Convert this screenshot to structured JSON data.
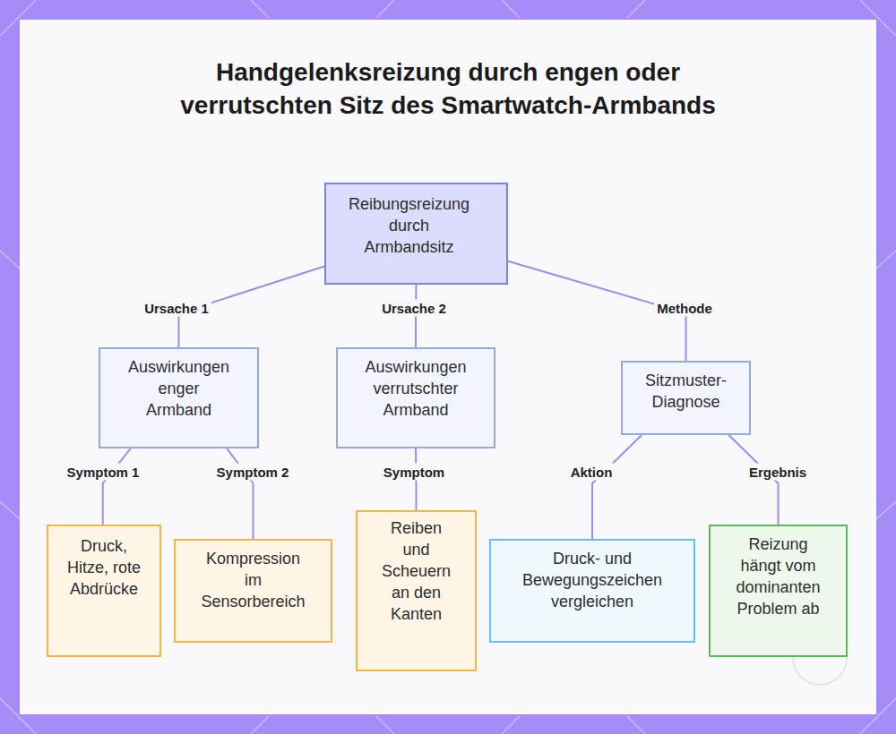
{
  "diagram": {
    "title": "Handgelenksreizung durch engen oder verrutschten Sitz des Smartwatch-Armbands",
    "nodes": [
      {
        "text": [
          "Reibungsreizung durch Armbandsitz"
        ]
      },
      {
        "text": [
          "Auswirkungen enger Armband"
        ]
      },
      {
        "text": [
          "Auswirkungen verrutschter Armband"
        ]
      },
      {
        "text": [
          "Sitzmuster-Diagnose"
        ]
      },
      {
        "text": [
          "Druck, Hitze, rote Abdrücke"
        ]
      },
      {
        "text": [
          "Kompression im Sensorbereich"
        ]
      },
      {
        "text": [
          "Reiben und Scheuern an den Kanten"
        ]
      },
      {
        "text": [
          "Druck- und Bewegungszeichen vergleichen"
        ]
      },
      {
        "text": [
          "Reizung hängt vom dominanten Problem ab"
        ]
      }
    ],
    "edges": [
      {
        "from": 0,
        "to": 1,
        "label": "Ursache 1",
        "arrow": "none"
      },
      {
        "from": 0,
        "to": 2,
        "label": "Ursache 2",
        "arrow": "none"
      },
      {
        "from": 0,
        "to": 3,
        "label": "Methode",
        "arrow": "none"
      },
      {
        "from": 1,
        "to": 4,
        "label": "Symptom 1",
        "arrow": "none"
      },
      {
        "from": 1,
        "to": 5,
        "label": "Symptom 2",
        "arrow": "none"
      },
      {
        "from": 2,
        "to": 6,
        "label": "Symptom",
        "arrow": "none"
      },
      {
        "from": 3,
        "to": 7,
        "label": "Aktion",
        "arrow": "none"
      },
      {
        "from": 3,
        "to": 8,
        "label": "Ergebnis",
        "arrow": "none"
      }
    ]
  }
}
